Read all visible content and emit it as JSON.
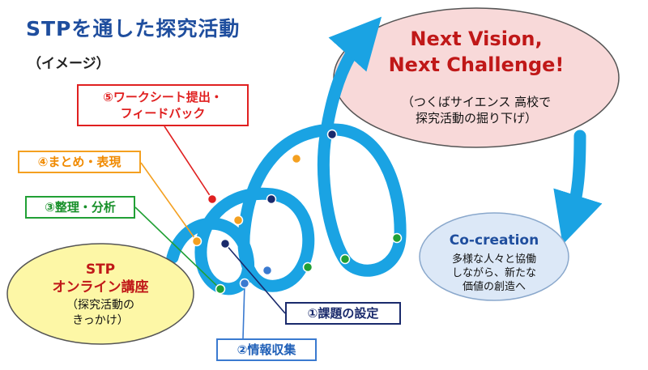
{
  "title": "STPを通した探究活動",
  "subtitle": "（イメージ）",
  "labels": {
    "step5_line1": "⑤ワークシート提出・",
    "step5_line2": "フィードバック",
    "step4": "④まとめ・表現",
    "step3": "③整理・分析",
    "step2": "②情報収集",
    "step1": "①課題の設定"
  },
  "next_vision": {
    "line1": "Next Vision,",
    "line2": "Next Challenge!",
    "sub1": "（つくばサイエンス 高校で",
    "sub2": "探究活動の掘り下げ）"
  },
  "stp": {
    "line1": "STP",
    "line2": "オンライン講座",
    "sub1": "（探究活動の",
    "sub2": "きっかけ）"
  },
  "cocreation": {
    "title": "Co-creation",
    "sub1": "多様な人々と協働",
    "sub2": "しながら、新たな",
    "sub3": "価値の創造へ"
  },
  "colors": {
    "spiral": "#1aa3e3",
    "title": "#1f4e9e",
    "step1": "#1a2a6c",
    "step2": "#3a7ad0",
    "step3": "#21a035",
    "step4": "#f4a020",
    "step5": "#e02020",
    "next_vision_fill": "#f8d9d9",
    "stp_fill": "#fdf7a6",
    "cocreation_fill": "#dce8f7"
  }
}
